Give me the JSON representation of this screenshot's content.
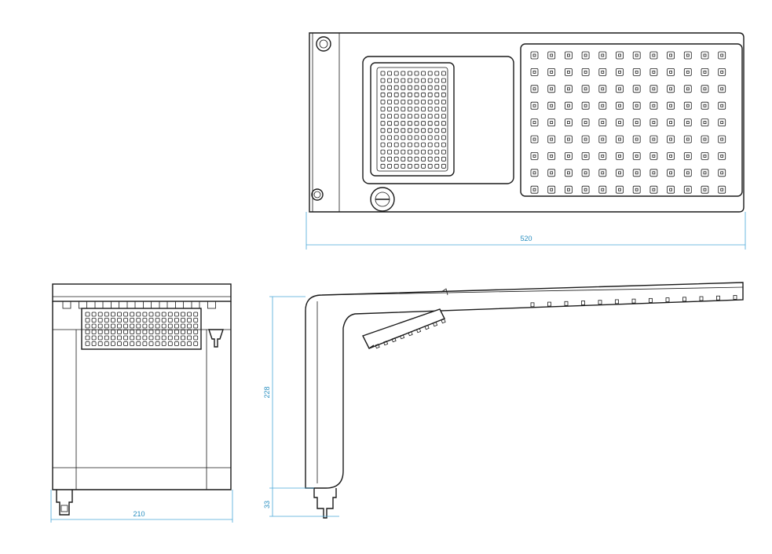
{
  "dimensions": {
    "top_width": "520",
    "front_width": "210",
    "side_height": "228",
    "side_inlet": "33"
  },
  "colors": {
    "line": "#1a1a1a",
    "dimension": "#2a8fc0"
  }
}
